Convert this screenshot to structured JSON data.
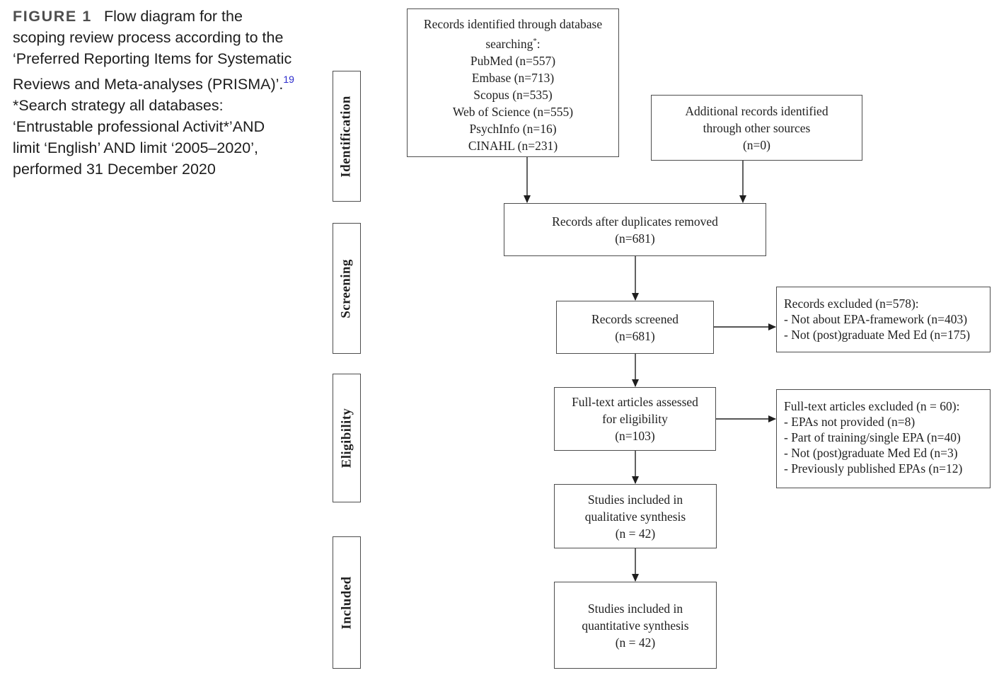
{
  "colors": {
    "reference_blue": "#2b2bcc",
    "box_border": "#4d4d4d",
    "text": "#1f1f1f"
  },
  "caption": {
    "label": "FIGURE 1",
    "lines": [
      "Flow diagram for the",
      "scoping review process according to the",
      "‘Preferred Reporting Items for Systematic",
      "Reviews and Meta-analyses (PRISMA)’.",
      "*Search strategy all databases:",
      "‘Entrustable professional Activit*’AND",
      "limit ‘English’ AND limit ‘2005–2020’,",
      "performed 31 December 2020"
    ],
    "reference": "19"
  },
  "stages": [
    "Identification",
    "Screening",
    "Eligibility",
    "Included"
  ],
  "boxes": {
    "identified": {
      "line1": "Records identified through database",
      "line2_word": "searching",
      "line2_sup": "*",
      "line2_colon": ":",
      "sources": [
        "PubMed (n=557)",
        "Embase (n=713)",
        "Scopus (n=535)",
        "Web of Science (n=555)",
        "PsychInfo (n=16)",
        "CINAHL (n=231)"
      ]
    },
    "additional": {
      "lines": [
        "Additional records identified",
        "through other sources",
        "(n=0)"
      ]
    },
    "duplicates": {
      "lines": [
        "Records after duplicates removed",
        "(n=681)"
      ]
    },
    "screened": {
      "lines": [
        "Records screened",
        "(n=681)"
      ]
    },
    "excluded_records": {
      "title": "Records excluded (n=578):",
      "items": [
        "- Not about EPA-framework (n=403)",
        "- Not (post)graduate Med Ed (n=175)"
      ]
    },
    "fulltext": {
      "lines": [
        "Full-text articles assessed",
        "for eligibility",
        "(n=103)"
      ]
    },
    "excluded_fulltext": {
      "title": "Full-text articles excluded (n = 60):",
      "items": [
        "- EPAs not provided (n=8)",
        "- Part of training/single EPA (n=40)",
        "- Not (post)graduate Med Ed (n=3)",
        "- Previously published EPAs (n=12)"
      ]
    },
    "qualitative": {
      "lines": [
        "Studies included in",
        "qualitative synthesis",
        "(n = 42)"
      ]
    },
    "quantitative": {
      "lines": [
        "Studies included in",
        "quantitative synthesis",
        "(n = 42)"
      ]
    }
  }
}
